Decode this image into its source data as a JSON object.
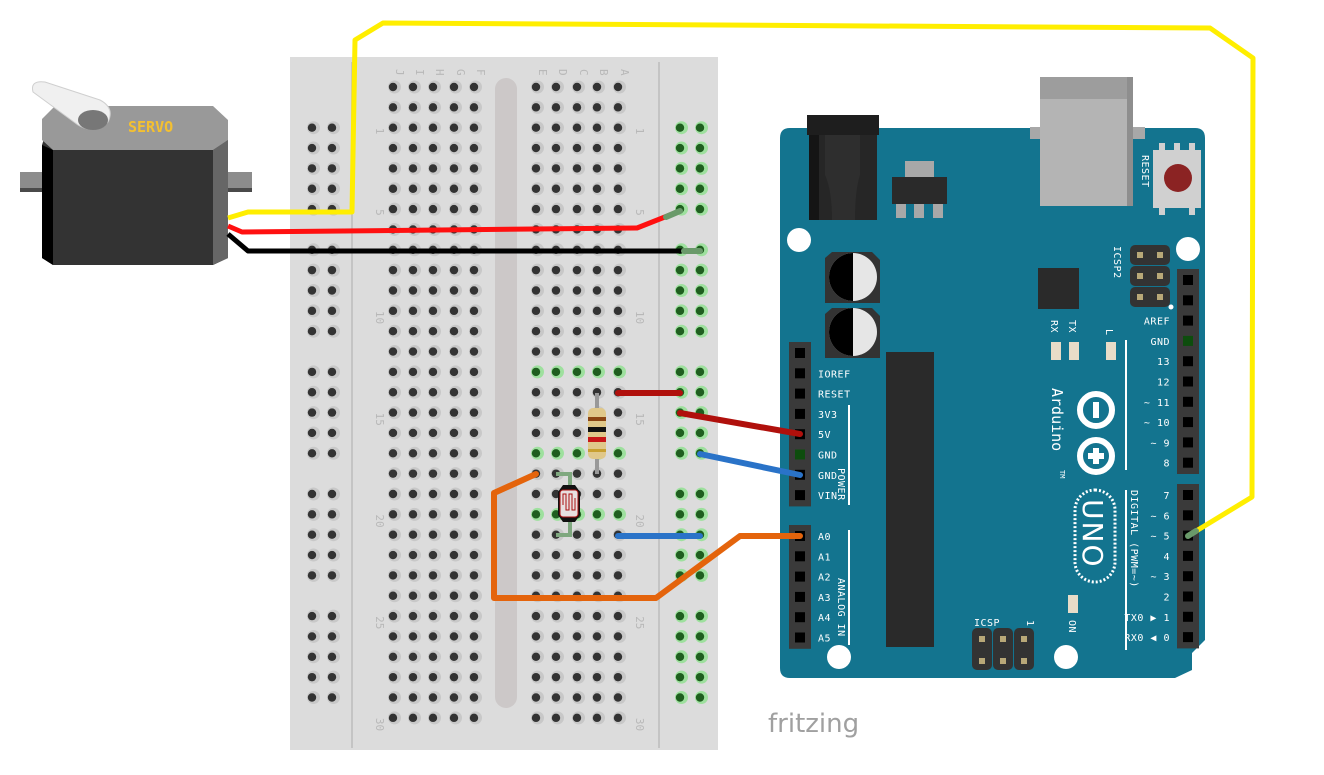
{
  "diagram": {
    "type": "fritzing-breadboard-view",
    "watermark": "fritzing",
    "colors": {
      "arduino_board": "#13748f",
      "breadboard": "#dcdcdc",
      "breadboard_channel": "#ccc8c8",
      "hole": "#333333",
      "hole_connected": "#1f5e1f",
      "hole_connected_glow": "#8fdc8f",
      "wire_yellow": "#ffee00",
      "wire_red_servo": "#ff1010",
      "wire_black": "#000000",
      "wire_red": "#b0100c",
      "wire_blue": "#2a73c8",
      "wire_orange": "#e4640c",
      "servo_label": "#f4c030",
      "reset_button": "#8b2323"
    },
    "servo": {
      "label": "SERVO",
      "wires": [
        "signal (yellow)",
        "power (red)",
        "ground (black)"
      ]
    },
    "breadboard": {
      "column_letters_left": [
        "J",
        "I",
        "H",
        "G",
        "F"
      ],
      "column_letters_right": [
        "E",
        "D",
        "C",
        "B",
        "A"
      ],
      "row_numbers": [
        "1",
        "5",
        "10",
        "15",
        "20",
        "25",
        "30"
      ]
    },
    "components": {
      "resistor": {
        "name": "resistor",
        "bands": [
          "brown",
          "black",
          "red",
          "gold"
        ]
      },
      "photocell": {
        "name": "photocell (LDR)"
      }
    },
    "arduino": {
      "brand": "Arduino",
      "trademark": "TM",
      "model": "UNO",
      "labels": {
        "reset": "RESET",
        "icsp": "ICSP",
        "icsp2": "ICSP2",
        "icsp_pin1": "1",
        "power_group": "POWER",
        "analog_group": "ANALOG IN",
        "digital_group": "DIGITAL (PWM=~)",
        "on_led": "ON",
        "tx_led": "TX",
        "rx_led": "RX",
        "l_led": "L"
      },
      "power_pins": [
        "IOREF",
        "RESET",
        "3V3",
        "5V",
        "GND",
        "GND",
        "VIN"
      ],
      "analog_pins": [
        "A0",
        "A1",
        "A2",
        "A3",
        "A4",
        "A5"
      ],
      "digital_pins_top": [
        "AREF",
        "GND",
        "13",
        "12",
        "~ 11",
        "~ 10",
        "~ 9",
        "8"
      ],
      "digital_pins_bottom": [
        "7",
        "~ 6",
        "~ 5",
        "4",
        "~ 3",
        "2",
        "TX0 ▶ 1",
        "RX0 ◀ 0"
      ]
    },
    "connections": [
      {
        "wire": "yellow",
        "from": "servo signal",
        "to": "Arduino pin ~5"
      },
      {
        "wire": "red",
        "from": "servo power",
        "to": "breadboard right + rail"
      },
      {
        "wire": "black",
        "from": "servo ground",
        "to": "breadboard right - rail"
      },
      {
        "wire": "red",
        "from": "breadboard row 14",
        "to": "right + rail"
      },
      {
        "wire": "red",
        "from": "right + rail",
        "to": "Arduino 5V"
      },
      {
        "wire": "blue",
        "from": "right - rail",
        "to": "Arduino GND"
      },
      {
        "wire": "blue",
        "from": "breadboard row 21",
        "to": "right - rail"
      },
      {
        "wire": "orange",
        "from": "breadboard row 18 (E)",
        "to": "Arduino A0"
      }
    ]
  }
}
